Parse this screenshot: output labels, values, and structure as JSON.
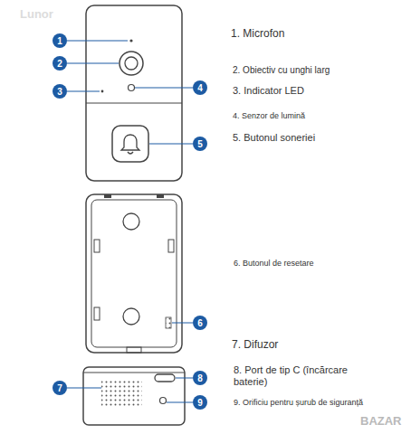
{
  "diagram": {
    "nodes": [
      {
        "text": [
          "1"
        ]
      },
      {
        "text": [
          "2"
        ]
      },
      {
        "text": [
          "3"
        ]
      },
      {
        "text": [
          "4"
        ]
      },
      {
        "text": [
          "5"
        ]
      },
      {
        "text": [
          "6"
        ]
      },
      {
        "text": [
          "7"
        ]
      },
      {
        "text": [
          "8"
        ]
      },
      {
        "text": [
          "9"
        ]
      }
    ],
    "labels": [
      "Lunor",
      "1. Microfon",
      "2. Obiectiv cu unghi larg",
      "3. Indicator LED",
      "4. Senzor de lumină",
      "5. Butonul soneriei",
      "6. Butonul de resetare",
      "7. Difuzor",
      "8. Port de tip C (încărcare baterie)",
      "9. Orificiu pentru șurub de siguranță",
      "BAZAR"
    ]
  }
}
